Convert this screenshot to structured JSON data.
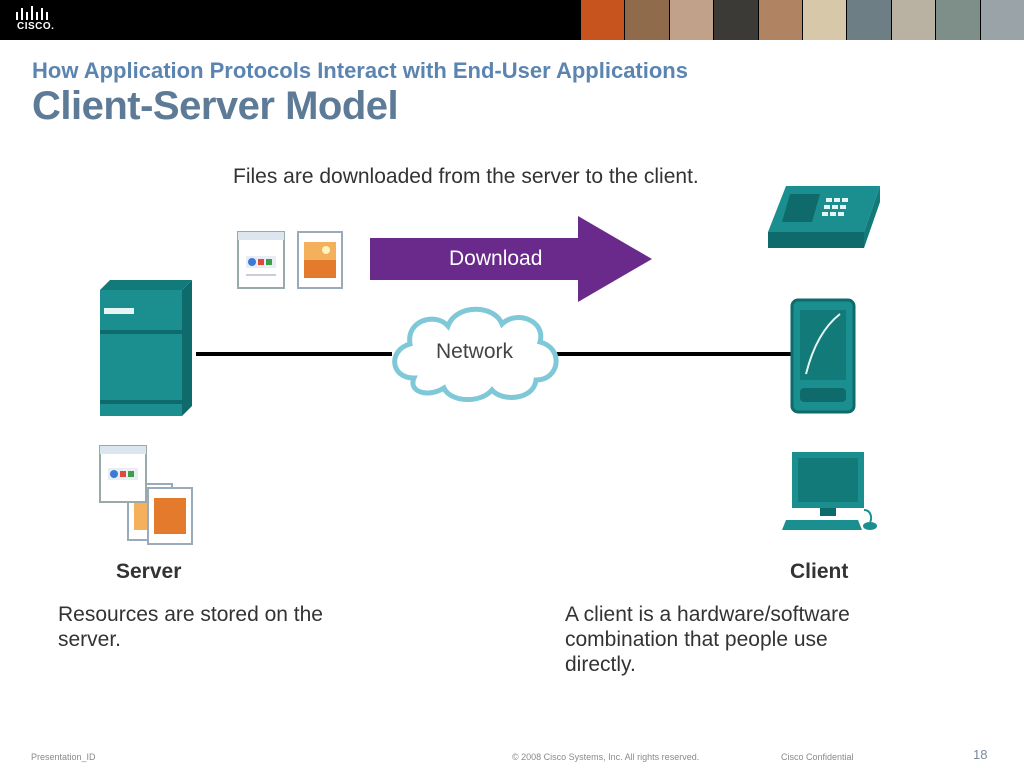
{
  "header": {
    "logo_text": "CISCO.",
    "photo_colors": [
      "#c7541e",
      "#8f6a4b",
      "#c2a18a",
      "#3b3a36",
      "#b08363",
      "#d6c8a8",
      "#6d7e84",
      "#b9b2a3",
      "#7e8f8a",
      "#9aa3a8"
    ]
  },
  "slide": {
    "subtitle": "How Application Protocols Interact with End-User Applications",
    "title": "Client-Server Model"
  },
  "diagram": {
    "caption": "Files are downloaded from the server to the client.",
    "arrow_label": "Download",
    "network_label": "Network",
    "server_label": "Server",
    "client_label": "Client",
    "server_desc_lines": [
      "Resources are stored on the",
      "server."
    ],
    "client_desc_lines": [
      "A client is a hardware/software",
      "combination that people use",
      "directly."
    ],
    "colors": {
      "device_teal": "#1b8f8f",
      "device_dark": "#0f6b6b",
      "arrow_purple": "#6a2a8c",
      "cloud_stroke": "#7fc8d8"
    },
    "icons": [
      "document-icon",
      "image-document-icon",
      "server-icon",
      "cloud-icon",
      "phone-icon",
      "pda-icon",
      "desktop-computer-icon"
    ]
  },
  "footer": {
    "presentation_id": "Presentation_ID",
    "copyright": "© 2008 Cisco Systems, Inc. All rights reserved.",
    "confidential": "Cisco Confidential",
    "page_number": "18"
  }
}
